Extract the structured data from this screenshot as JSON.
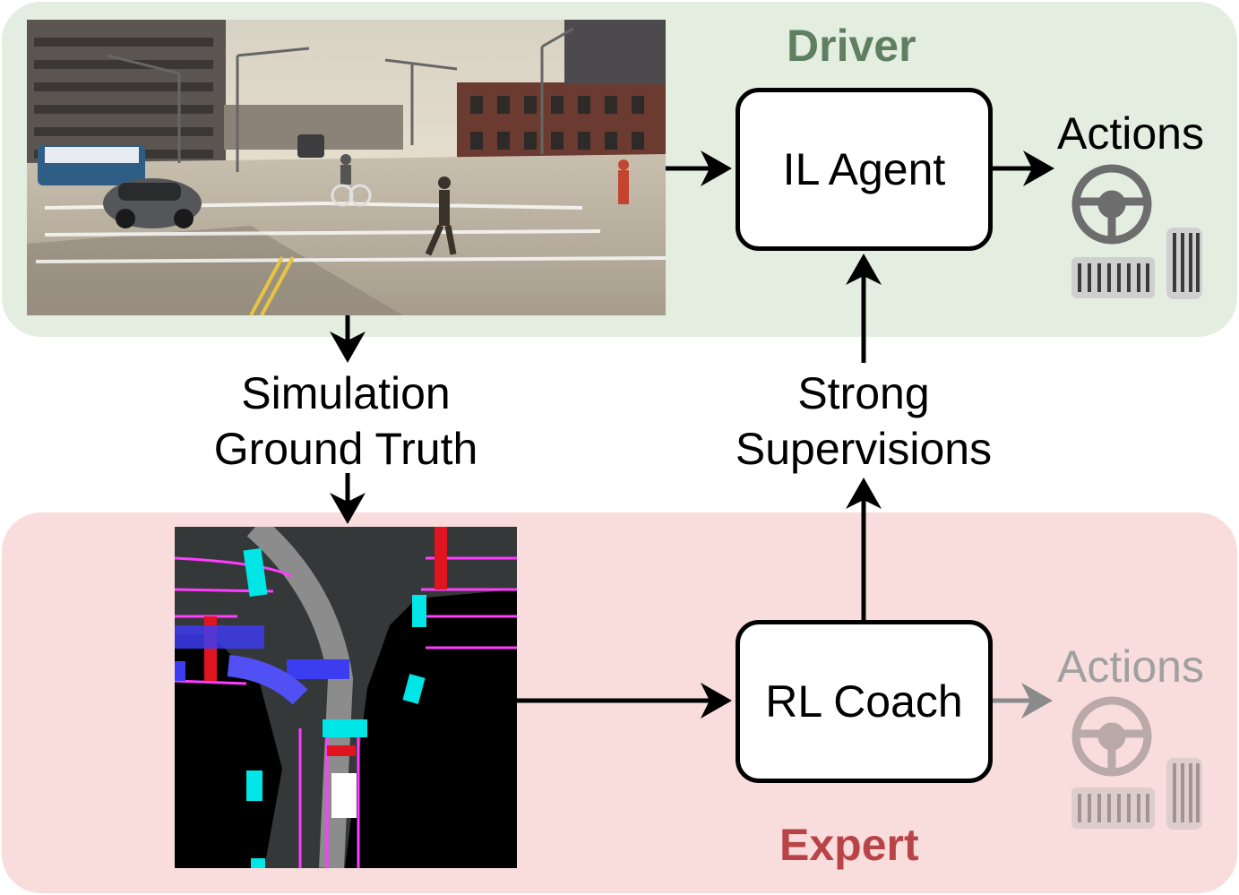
{
  "driver": {
    "title": "Driver"
  },
  "expert": {
    "title": "Expert"
  },
  "il_agent": {
    "label": "IL Agent"
  },
  "rl_coach": {
    "label": "RL Coach"
  },
  "simulation": {
    "line1": "Simulation",
    "line2": "Ground Truth"
  },
  "supervision": {
    "line1": "Strong",
    "line2": "Supervisions"
  },
  "actions_top": {
    "label": "Actions"
  },
  "actions_bottom": {
    "label": "Actions"
  },
  "colors": {
    "driver_panel": "#e3eee1",
    "driver_title": "#5f8060",
    "expert_panel": "#f9dcdc",
    "expert_title": "#b94448",
    "faded_actions": "#a0a0a0"
  },
  "icons": [
    "steering-wheel-icon",
    "brake-pedal-icon",
    "gas-pedal-icon"
  ]
}
